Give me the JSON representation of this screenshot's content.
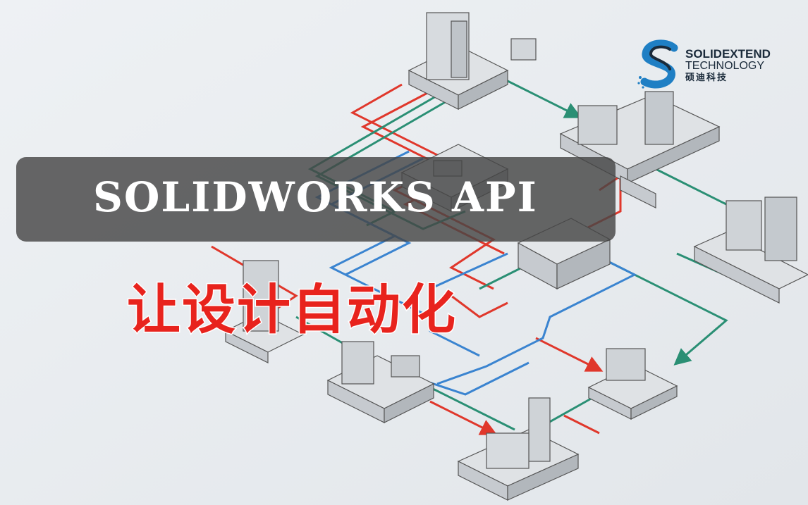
{
  "banner": {
    "title": "SOLIDWORKS API"
  },
  "subtitle": "让设计自动化",
  "logo": {
    "line1": "SOLIDEXTEND",
    "line2": "TECHNOLOGY",
    "line3": "硕迪科技"
  },
  "colors": {
    "background": "#e9ecef",
    "pipe_red": "#e0372b",
    "pipe_green": "#2a8f74",
    "pipe_blue": "#3a84d0",
    "subtitle": "#e8231d",
    "logo_blue": "#1f7fc4"
  }
}
